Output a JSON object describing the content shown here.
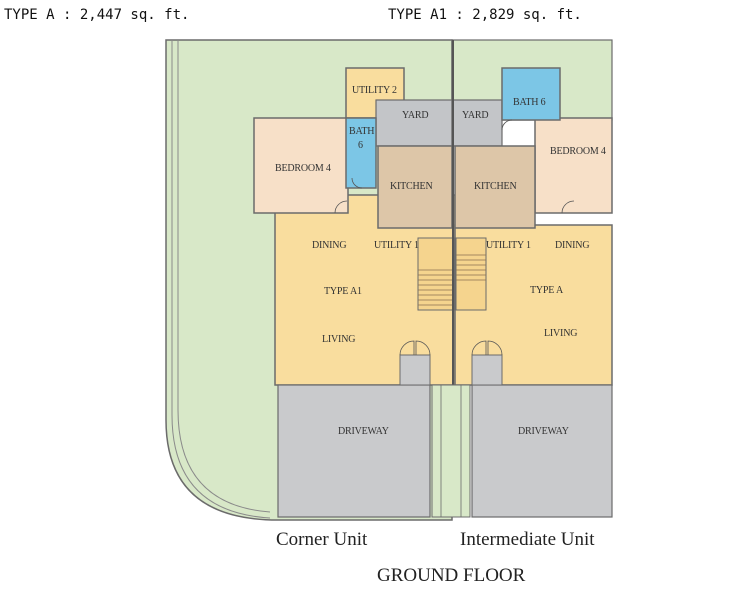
{
  "header": {
    "type_a_label": "TYPE A : 2,447 sq. ft.",
    "type_a1_label": "TYPE A1 : 2,829 sq. ft."
  },
  "rooms": {
    "left_utility_2": "UTILITY 2",
    "left_yard": "YARD",
    "left_bath_line1": "BATH",
    "left_bath_line2": "6",
    "left_bedroom_4": "BEDROOM 4",
    "left_kitchen": "KITCHEN",
    "left_dining": "DINING",
    "left_utility_1": "UTILITY 1",
    "left_type": "TYPE A1",
    "left_living": "LIVING",
    "left_driveway": "DRIVEWAY",
    "right_yard": "YARD",
    "right_bath": "BATH 6",
    "right_bedroom_4": "BEDROOM 4",
    "right_kitchen": "KITCHEN",
    "right_utility_1": "UTILITY 1",
    "right_dining": "DINING",
    "right_type": "TYPE A",
    "right_living": "LIVING",
    "right_driveway": "DRIVEWAY"
  },
  "captions": {
    "corner_unit": "Corner Unit",
    "intermediate_unit": "Intermediate Unit",
    "floor": "GROUND FLOOR"
  },
  "colors": {
    "garden": "#d8e8c8",
    "living": "#f9dd9e",
    "bedroom": "#f7e0c8",
    "kitchen": "#ddc6a8",
    "bath": "#7cc6e6",
    "yard": "#c3c5c8",
    "driveway": "#c9cacc",
    "walls": "#6b6b6b"
  }
}
